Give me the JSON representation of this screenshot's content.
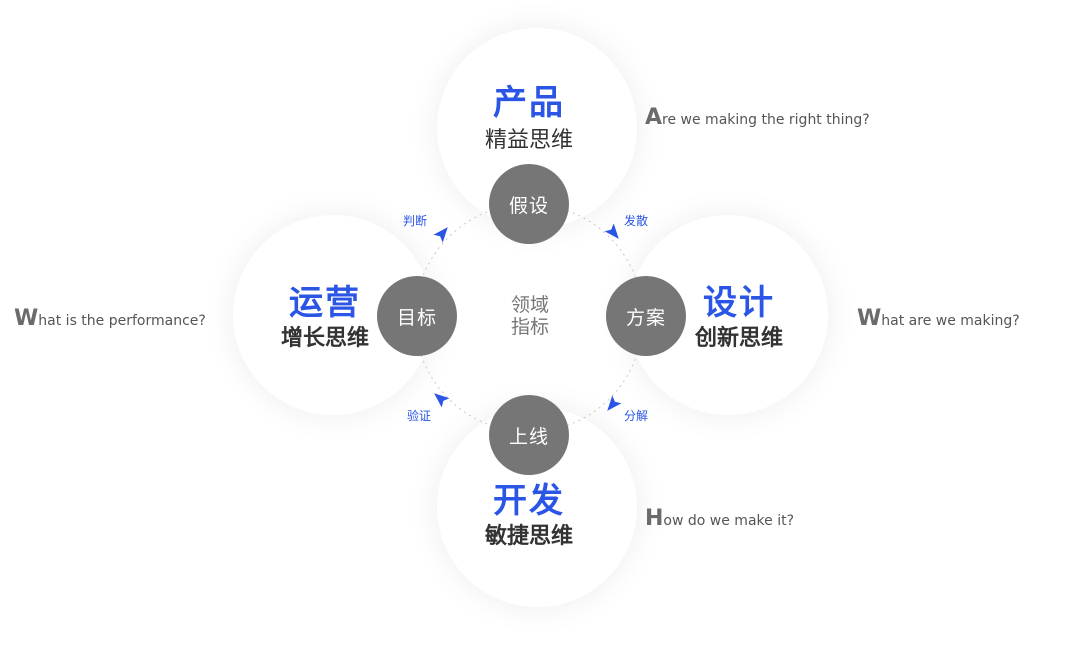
{
  "center": {
    "line1": "领域",
    "line2": "指标"
  },
  "domains": {
    "product": {
      "title": "产品",
      "subtitle": "精益思维"
    },
    "design": {
      "title": "设计",
      "subtitle": "创新思维"
    },
    "dev": {
      "title": "开发",
      "subtitle": "敏捷思维"
    },
    "ops": {
      "title": "运营",
      "subtitle": "增长思维"
    }
  },
  "nodes": {
    "hypothesis": "假设",
    "solution": "方案",
    "launch": "上线",
    "goal": "目标"
  },
  "arrows": {
    "diverge": "发散",
    "decompose": "分解",
    "verify": "验证",
    "judge": "判断"
  },
  "questions": {
    "product": {
      "initial": "A",
      "rest": "re we making the right thing?"
    },
    "design": {
      "initial": "W",
      "rest": "hat are we making?"
    },
    "dev": {
      "initial": "H",
      "rest": "ow do we make it?"
    },
    "ops": {
      "initial": "W",
      "rest": "hat is the performance?"
    }
  },
  "colors": {
    "accent_blue": "#2a55e5",
    "node_gray": "#767676",
    "ring_gray": "#c9c9c9"
  }
}
